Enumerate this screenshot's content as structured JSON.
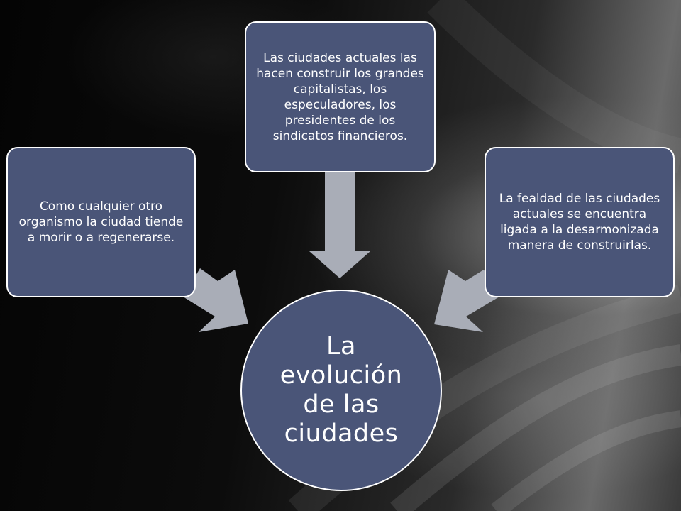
{
  "diagram": {
    "center": {
      "label": "La evolución de las ciudades"
    },
    "left_box": {
      "text": "Como cualquier otro organismo la ciudad tiende a morir o a regenerarse."
    },
    "top_box": {
      "text": "Las ciudades actuales las hacen construir los grandes capitalistas, los especuladores, los presidentes de los sindicatos financieros."
    },
    "right_box": {
      "text": "La fealdad de las ciudades actuales se encuentra ligada a la desarmonizada manera de construirlas."
    }
  },
  "colors": {
    "box_fill": "#4a5578",
    "arrow_fill": "#a9adb7",
    "border": "#ffffff"
  }
}
